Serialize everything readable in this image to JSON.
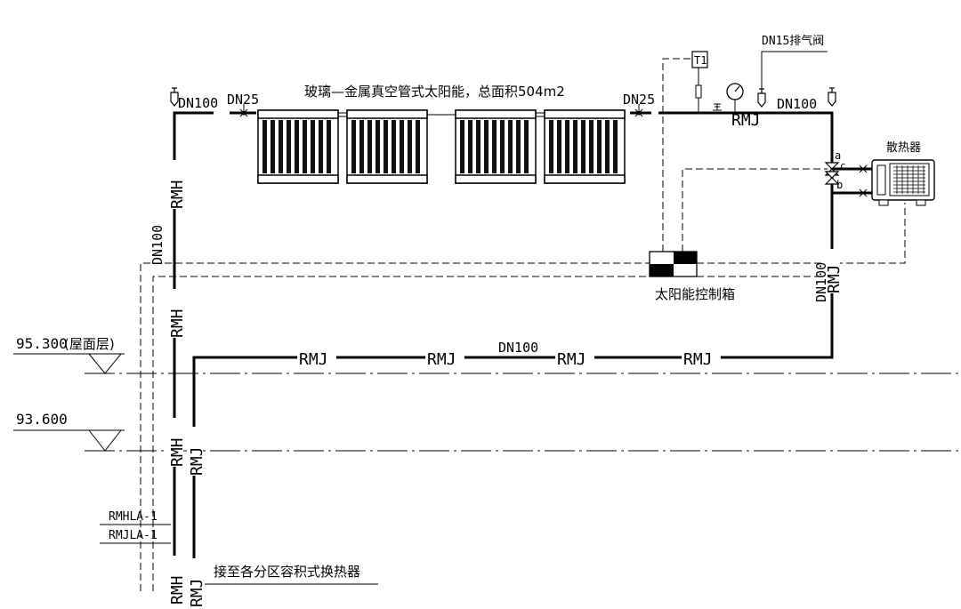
{
  "title": "玻璃—金属真空管式太阳能，总面积504m2",
  "pipe_sizes": {
    "top_left": "DN100",
    "collector_in": "DN25",
    "collector_out": "DN25",
    "top_right": "DN100",
    "vent": "DN15排气阀",
    "left_riser": "DN100",
    "bottom_main": "DN100",
    "right_riser": "DN100"
  },
  "labels": {
    "sensor": "T1",
    "radiator": "散热器",
    "control_box": "太阳能控制箱",
    "destination": "接至各分区容积式换热器",
    "valve_a": "a",
    "valve_b": "b",
    "valve_c": "c"
  },
  "pipe_codes": {
    "rmh": "RMH",
    "rmj": "RMJ",
    "riser_rmhla": "RMHLA-1",
    "riser_rmjla": "RMJLA-1"
  },
  "levels": [
    {
      "elevation": "95.300",
      "note": "(屋面层)"
    },
    {
      "elevation": "93.600",
      "note": ""
    }
  ],
  "colors": {
    "line": "#000000",
    "background": "#ffffff"
  }
}
